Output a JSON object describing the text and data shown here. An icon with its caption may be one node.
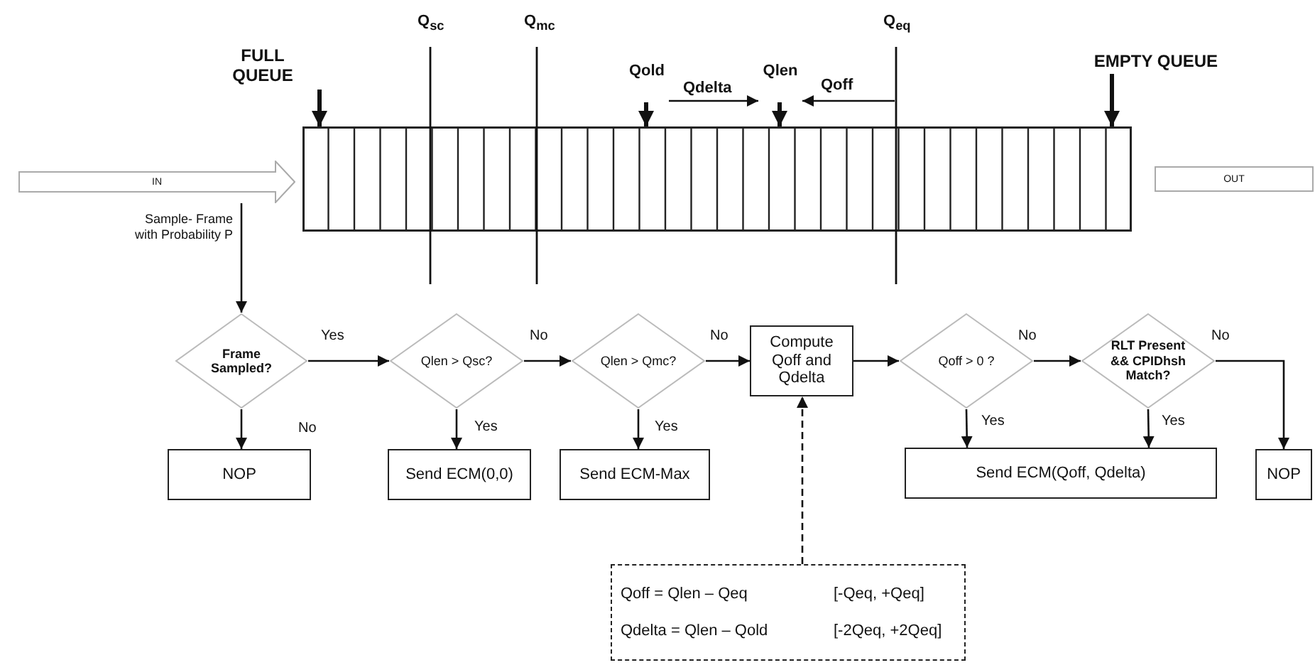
{
  "diagram": {
    "nodes": [
      {
        "text": [
          "FULL QUEUE"
        ]
      },
      {
        "text": [
          "Qold"
        ]
      },
      {
        "text": [
          "Qlen"
        ]
      },
      {
        "text": [
          "EMPTY QUEUE"
        ]
      },
      {
        "text": [],
        "shape": "bar"
      },
      {
        "text": [
          "IN"
        ]
      },
      {
        "text": [
          "OUT"
        ]
      },
      {
        "text": [
          "Frame Sampled?"
        ]
      },
      {
        "text": [
          "Qlen > Qsc?"
        ]
      },
      {
        "text": [
          "Qlen > Qmc?"
        ]
      },
      {
        "text": [
          "Compute Qoff and Qdelta"
        ]
      },
      {
        "text": [
          "Qoff > 0 ?"
        ]
      },
      {
        "text": [
          "RLT Present && CPIDhsh Match?"
        ]
      },
      {
        "text": [
          "NOP"
        ]
      },
      {
        "text": [
          "Send ECM(0,0)"
        ]
      },
      {
        "text": [
          "Send ECM-Max"
        ]
      },
      {
        "text": [
          "Send ECM(Qoff, Qdelta)"
        ]
      },
      {
        "text": [
          "NOP"
        ]
      },
      {
        "text": [
          "Qoff = Qlen – Qeq",
          "[-Qeq, +Qeq]",
          "Qdelta = Qlen – Qold",
          "[-2Qeq, +2Qeq]"
        ]
      }
    ],
    "edges": [
      {
        "from": 0,
        "to": 4,
        "arrow": "to",
        "style": "thick"
      },
      {
        "from": 1,
        "to": 4,
        "arrow": "to",
        "style": "thick"
      },
      {
        "from": 2,
        "to": 4,
        "arrow": "to",
        "style": "thick"
      },
      {
        "from": 3,
        "to": 4,
        "arrow": "to",
        "style": "thick"
      },
      {
        "from": 5,
        "to": 7,
        "arrow": "to",
        "label": "Sample- Frame with Probability P"
      },
      {
        "from": 7,
        "to": 8,
        "arrow": "to",
        "label": "Yes"
      },
      {
        "from": 7,
        "to": 13,
        "arrow": "to",
        "label": "No"
      },
      {
        "from": 8,
        "to": 9,
        "arrow": "to",
        "label": "No"
      },
      {
        "from": 8,
        "to": 14,
        "arrow": "to",
        "label": "Yes"
      },
      {
        "from": 9,
        "to": 10,
        "arrow": "to",
        "label": "No"
      },
      {
        "from": 9,
        "to": 15,
        "arrow": "to",
        "label": "Yes"
      },
      {
        "from": 10,
        "to": 11,
        "arrow": "to"
      },
      {
        "from": 11,
        "to": 12,
        "arrow": "to",
        "label": "No"
      },
      {
        "from": 11,
        "to": 16,
        "arrow": "to",
        "label": "Yes"
      },
      {
        "from": 12,
        "to": 16,
        "arrow": "to",
        "label": "Yes"
      },
      {
        "from": 12,
        "to": 17,
        "arrow": "to",
        "label": "No"
      },
      {
        "from": 18,
        "to": 10,
        "arrow": "to",
        "style": "dashed"
      },
      {
        "from": 1,
        "to": 2,
        "arrow": "to",
        "label": "Qdelta"
      },
      {
        "from": null,
        "to": 2,
        "arrow": "to",
        "label": "Qoff"
      }
    ],
    "labels": [
      "Q$_{sc}$",
      "Q$_{mc}$",
      "Q$_{eq}$"
    ]
  }
}
